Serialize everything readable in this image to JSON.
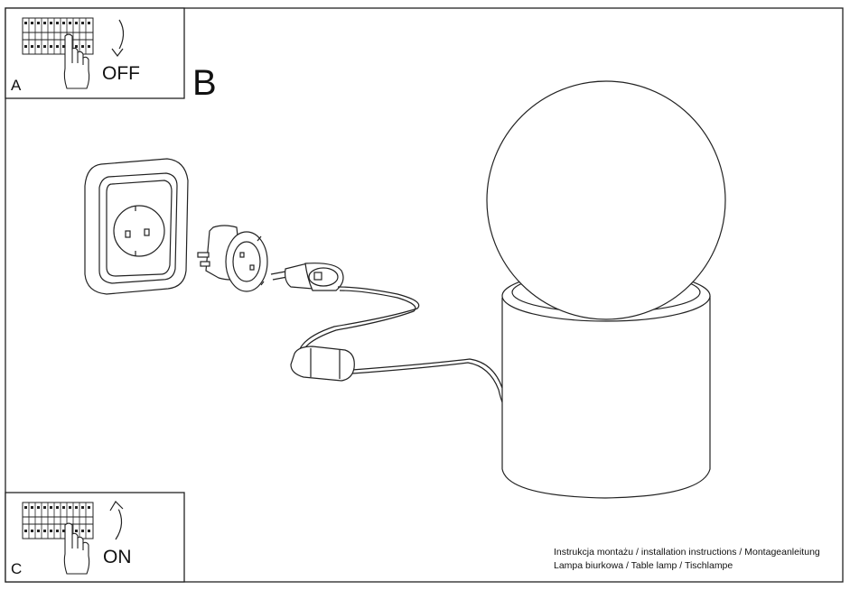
{
  "panel_a": {
    "letter": "A",
    "state_label": "OFF"
  },
  "panel_b": {
    "letter": "B"
  },
  "panel_c": {
    "letter": "C",
    "state_label": "ON"
  },
  "footer": {
    "line1": "Instrukcja montażu / installation instructions / Montageanleitung",
    "line2": "Lampa biurkowa / Table lamp / Tischlampe"
  },
  "icons": [
    "fuse-box-icon",
    "hand-icon",
    "rotate-arrow-icon",
    "wall-socket-icon",
    "plug-adapter-icon",
    "inline-switch-icon",
    "table-lamp-icon"
  ],
  "colors": {
    "line": "#222222",
    "background": "#ffffff"
  }
}
